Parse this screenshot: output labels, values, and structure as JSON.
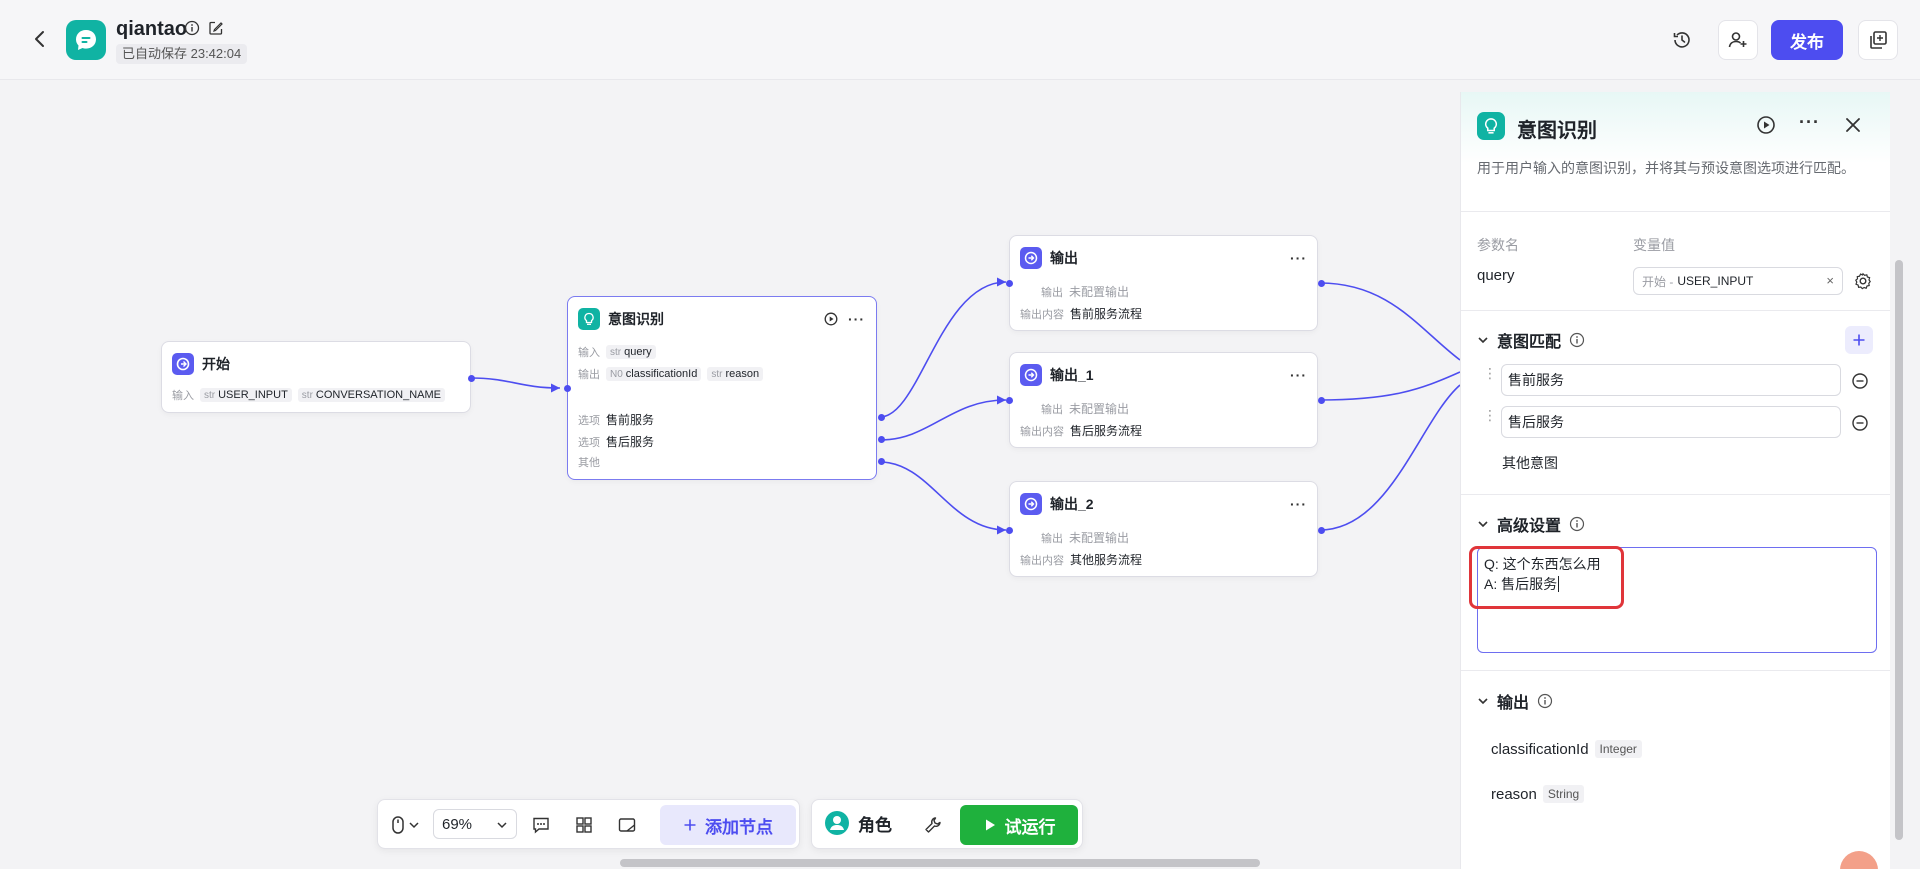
{
  "header": {
    "app_name": "qiantao",
    "autosave": "已自动保存 23:42:04",
    "publish_label": "发布"
  },
  "nodes": {
    "start": {
      "title": "开始",
      "input_label": "输入",
      "inputs": [
        {
          "type": "str",
          "name": "USER_INPUT"
        },
        {
          "type": "str",
          "name": "CONVERSATION_NAME"
        }
      ]
    },
    "intent": {
      "title": "意图识别",
      "input_label": "输入",
      "input": {
        "type": "str",
        "name": "query"
      },
      "output_label": "输出",
      "outputs": [
        {
          "type": "N0",
          "name": "classificationId"
        },
        {
          "type": "str",
          "name": "reason"
        }
      ],
      "option_label": "选项",
      "options": [
        "售前服务",
        "售后服务"
      ],
      "other_label": "其他"
    },
    "outputs": [
      {
        "title": "输出",
        "output_label": "输出",
        "output_value": "未配置输出",
        "content_label": "输出内容",
        "content": "售前服务流程"
      },
      {
        "title": "输出_1",
        "output_label": "输出",
        "output_value": "未配置输出",
        "content_label": "输出内容",
        "content": "售后服务流程"
      },
      {
        "title": "输出_2",
        "output_label": "输出",
        "output_value": "未配置输出",
        "content_label": "输出内容",
        "content": "其他服务流程"
      }
    ]
  },
  "panel": {
    "title": "意图识别",
    "description": "用于用户输入的意图识别，并将其与预设意图选项进行匹配。",
    "param_col": "参数名",
    "value_col": "变量值",
    "param_name": "query",
    "param_value_prefix": "开始 -",
    "param_value": "USER_INPUT",
    "intent_section": "意图匹配",
    "intents": [
      "售前服务",
      "售后服务"
    ],
    "other_intent": "其他意图",
    "advanced_section": "高级设置",
    "advanced_lines": [
      "Q:  这个东西怎么用",
      "A:  售后服务"
    ],
    "output_section": "输出",
    "outputs": [
      {
        "name": "classificationId",
        "type": "Integer"
      },
      {
        "name": "reason",
        "type": "String"
      }
    ]
  },
  "toolbar": {
    "zoom": "69%",
    "add_node": "添加节点",
    "role": "角色",
    "trial_run": "试运行"
  },
  "colors": {
    "accent": "#4d4df0",
    "teal": "#10b3a3",
    "run_green": "#1fb13d",
    "highlight_red": "#e0353a"
  }
}
